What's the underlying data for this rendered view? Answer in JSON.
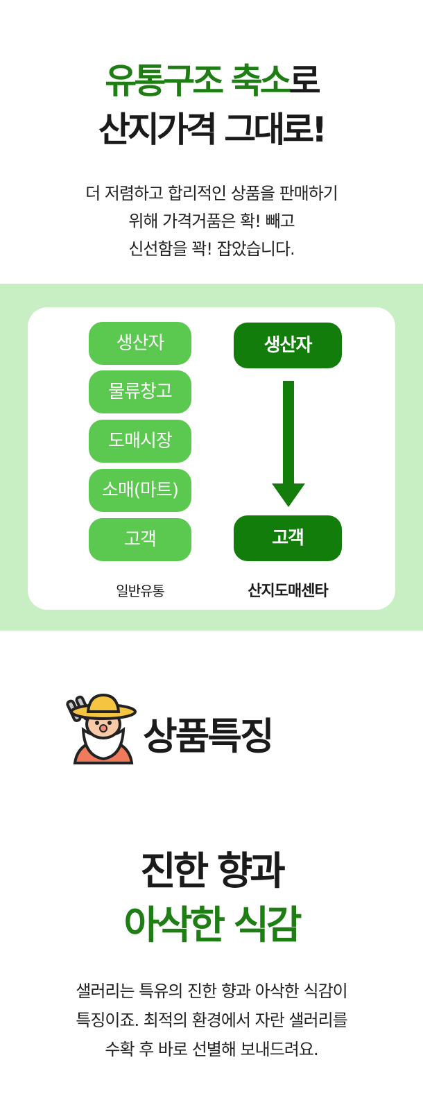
{
  "hero": {
    "title_line1_green": "유통구조 축소",
    "title_line1_dark": "로",
    "title_line2": "산지가격 그대로!",
    "desc_line1": "더 저렴하고 합리적인 상품을 판매하기",
    "desc_line2": "위해 가격거품은 확! 빼고",
    "desc_line3": "신선함을 꽉! 잡았습니다."
  },
  "diagram": {
    "general": {
      "steps": [
        "생산자",
        "물류창고",
        "도매시장",
        "소매(마트)",
        "고객"
      ],
      "label": "일반유통"
    },
    "direct": {
      "from": "생산자",
      "to": "고객",
      "label": "산지도매센타"
    }
  },
  "features": {
    "title": "상품특징"
  },
  "section": {
    "title_line1": "진한 향과",
    "title_line2": "아삭한 식감",
    "desc_line1": "샐러리는 특유의 진한 향과 아삭한 식감이",
    "desc_line2": "특징이죠. 최적의 환경에서 자란 샐러리를",
    "desc_line3": "수확 후 바로 선별해 보내드려요."
  },
  "colors": {
    "accent_green": "#1e7e14",
    "light_pill": "#5bc84f",
    "dark_pill": "#137d0b",
    "band": "#c8efc3"
  }
}
